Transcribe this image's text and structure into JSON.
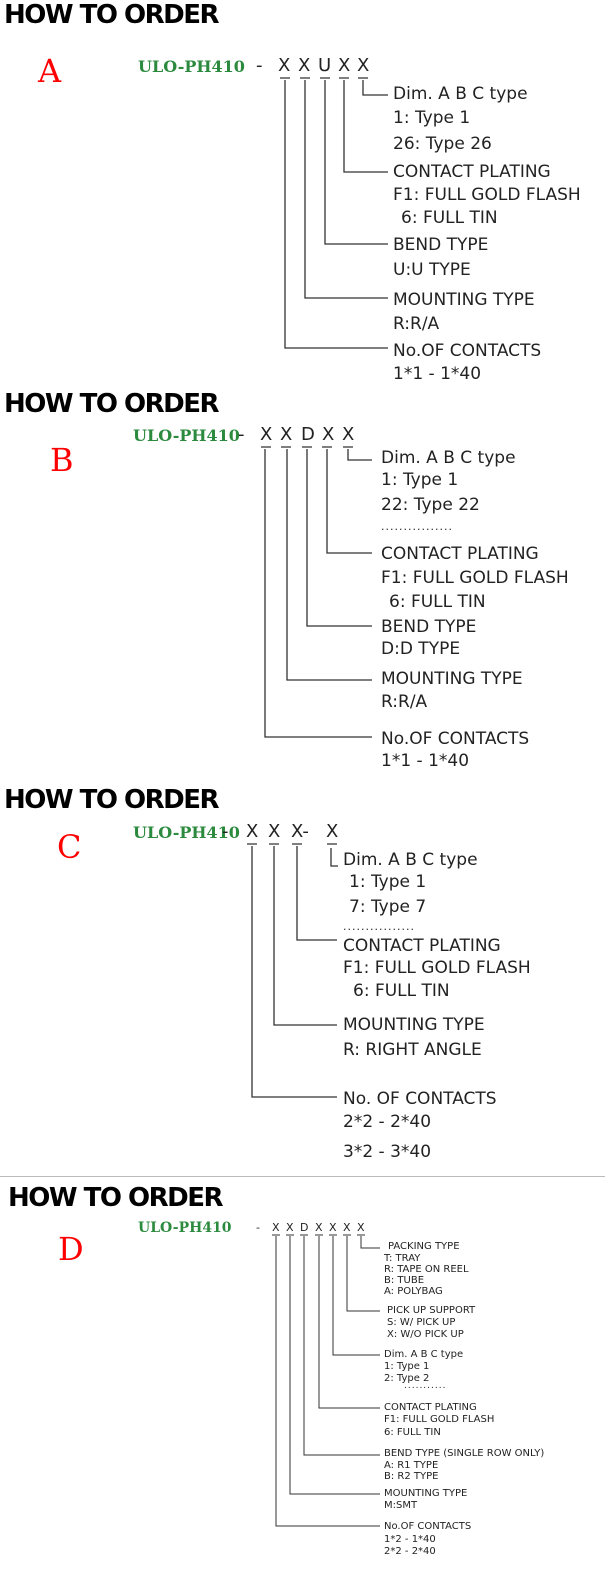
{
  "A": {
    "heading": "HOW TO ORDER",
    "letter": "A",
    "part": "ULO-PH410",
    "code": [
      "-",
      "X",
      "X",
      "U",
      "X",
      "X"
    ],
    "labels": {
      "dim": "Dim. A B C type",
      "dim1": "1: Type 1",
      "dim2": "26: Type 26",
      "plating": "CONTACT PLATING",
      "plating1": "F1: FULL GOLD FLASH",
      "plating2": "6: FULL TIN",
      "bend": "BEND TYPE",
      "bend1": "U:U TYPE",
      "mount": "MOUNTING TYPE",
      "mount1": "R:R/A",
      "contacts": "No.OF CONTACTS",
      "contacts1": "1*1 - 1*40"
    }
  },
  "B": {
    "heading": "HOW TO ORDER",
    "letter": "B",
    "part": "ULO-PH410",
    "code": [
      "-",
      "X",
      "X",
      "D",
      "X",
      "X"
    ],
    "labels": {
      "dim": "Dim. A B C type",
      "dim1": "1: Type 1",
      "dim2": "22: Type 22",
      "dots": "................",
      "plating": "CONTACT PLATING",
      "plating1": "F1: FULL GOLD FLASH",
      "plating2": "6: FULL TIN",
      "bend": "BEND TYPE",
      "bend1": "D:D TYPE",
      "mount": "MOUNTING TYPE",
      "mount1": "R:R/A",
      "contacts": "No.OF CONTACTS",
      "contacts1": "1*1 - 1*40"
    }
  },
  "C": {
    "heading": "HOW TO ORDER",
    "letter": "C",
    "part": "ULO-PH410",
    "code": [
      "-",
      "X",
      "X",
      "X-",
      "X"
    ],
    "labels": {
      "dim": "Dim. A B C type",
      "dim1": "1: Type 1",
      "dim2": "7: Type 7",
      "dots": "................",
      "plating": "CONTACT PLATING",
      "plating1": "F1: FULL GOLD FLASH",
      "plating2": "6: FULL TIN",
      "mount": "MOUNTING TYPE",
      "mount1": "R: RIGHT ANGLE",
      "contacts": "No. OF CONTACTS",
      "contacts1": "2*2 - 2*40",
      "contacts2": "3*2 - 3*40"
    }
  },
  "D": {
    "heading": "HOW TO ORDER",
    "letter": "D",
    "part": "ULO-PH410",
    "code": [
      "-",
      "X",
      "X",
      "D",
      "X",
      "X",
      "X",
      "X"
    ],
    "labels": {
      "pack": "PACKING TYPE",
      "pack1": "T: TRAY",
      "pack2": "R: TAPE ON REEL",
      "pack3": "B: TUBE",
      "pack4": "A: POLYBAG",
      "pick": "PICK UP SUPPORT",
      "pick1": "S: W/ PICK UP",
      "pick2": "X: W/O PICK UP",
      "dim": "Dim. A B C type",
      "dim1": "1: Type 1",
      "dim2": "2: Type 2",
      "dots": "...........",
      "plating": "CONTACT PLATING",
      "plating1": "F1: FULL GOLD FLASH",
      "plating2": "6: FULL TIN",
      "bend": "BEND TYPE (SINGLE ROW ONLY)",
      "bend1": "A: R1 TYPE",
      "bend2": "B: R2 TYPE",
      "mount": "MOUNTING TYPE",
      "mount1": "M:SMT",
      "contacts": "No.OF CONTACTS",
      "contacts1": "1*2 - 1*40",
      "contacts2": "2*2 - 2*40"
    }
  },
  "colors": {
    "heading": "#000000",
    "letter": "#ff0000",
    "part": "#2b8a3e",
    "line": "#333333"
  }
}
